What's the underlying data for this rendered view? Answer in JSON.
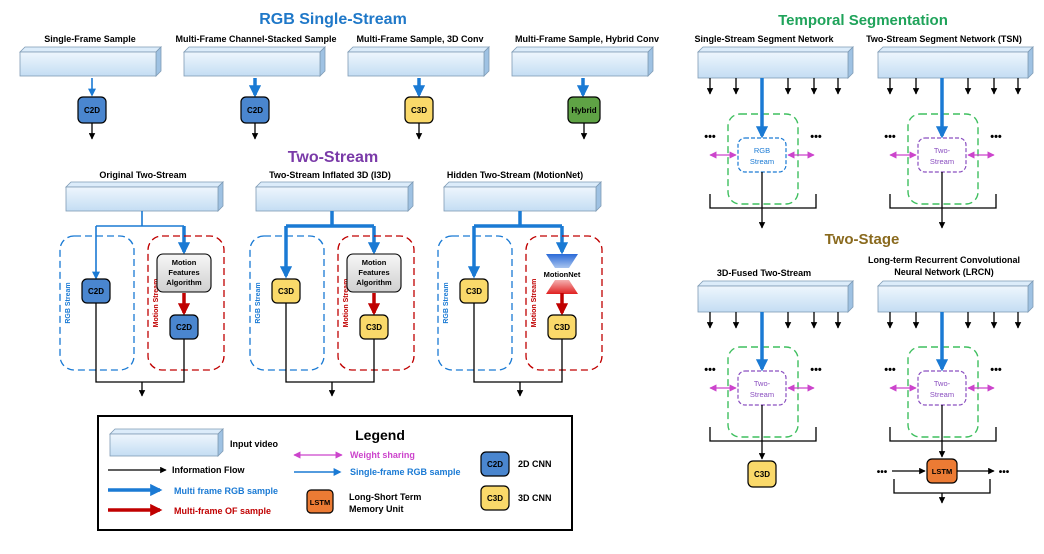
{
  "sections": {
    "rgb_single_stream": "RGB Single-Stream",
    "two_stream": "Two-Stream",
    "temporal_segmentation": "Temporal Segmentation",
    "two_stage": "Two-Stage"
  },
  "panels": {
    "single_frame": "Single-Frame Sample",
    "multi_frame_stacked": "Multi-Frame Channel-Stacked Sample",
    "multi_frame_3d": "Multi-Frame Sample, 3D Conv",
    "multi_frame_hybrid": "Multi-Frame Sample, Hybrid Conv",
    "original_two_stream": "Original Two-Stream",
    "i3d": "Two-Stream Inflated 3D (I3D)",
    "hidden_two_stream": "Hidden Two-Stream (MotionNet)",
    "single_stream_segment": "Single-Stream Segment Network",
    "tsn": "Two-Stream Segment Network (TSN)",
    "fused_3d": "3D-Fused Two-Stream",
    "lrcn_line1": "Long-term Recurrent Convolutional",
    "lrcn_line2": "Neural Network (LRCN)"
  },
  "blocks": {
    "c2d": "C2D",
    "c3d": "C3D",
    "hybrid": "Hybrid",
    "lstm": "LSTM",
    "motion_line1": "Motion",
    "motion_line2": "Features",
    "motion_line3": "Algorithm",
    "motionnet": "MotionNet",
    "rgb_line1": "RGB",
    "rgb_line2": "Stream",
    "two_line1": "Two-",
    "two_line2": "Stream",
    "ellipsis": "•••"
  },
  "stream_labels": {
    "rgb": "RGB Stream",
    "motion": "Motion Stream"
  },
  "legend": {
    "title": "Legend",
    "input_video": "Input video",
    "information_flow": "Information Flow",
    "multi_frame_rgb": "Multi frame RGB sample",
    "multi_frame_of": "Multi-frame OF sample",
    "weight_sharing": "Weight sharing",
    "single_frame_rgb": "Single-frame RGB sample",
    "lstm_line1": "Long-Short Term",
    "lstm_line2": "Memory Unit",
    "cnn2d": "2D CNN",
    "cnn3d": "3D CNN"
  },
  "colors": {
    "rgb_title": "#1f78c8",
    "two_stream_title": "#7a3aa8",
    "temporal_title": "#1fa35a",
    "two_stage_title": "#8a6a1e",
    "c2d": "#4a86cf",
    "c3d": "#fad96a",
    "hybrid": "#5fa345",
    "lstm": "#ec7b34",
    "blue_arrow": "#1a7ad4",
    "red_arrow": "#c00000",
    "magenta": "#cc44cc",
    "green_dash": "#3fbf5f",
    "purple_dash": "#8a4fc0"
  }
}
